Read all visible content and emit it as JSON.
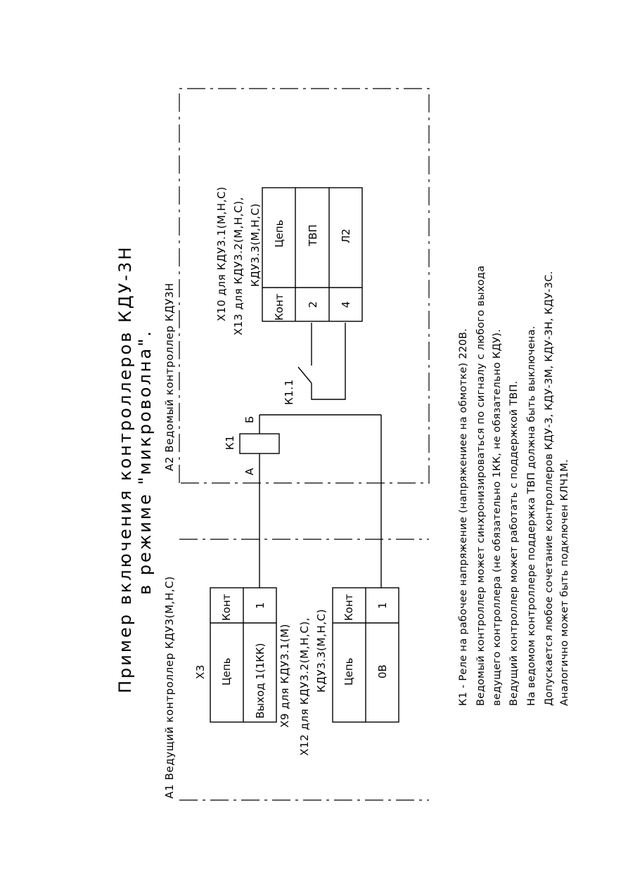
{
  "title": {
    "line1": "Пример включения контроллеров КДУ-3Н",
    "line2": "в режиме \"микроволна\"."
  },
  "master": {
    "label": "А1 Ведущий контроллер КДУ3(М,Н,С)",
    "connector": "X3",
    "table1": {
      "head_circuit": "Цепь",
      "head_contact": "Конт",
      "row_circuit": "Выход 1(1КК)",
      "row_contact": "1"
    },
    "x9_note": {
      "line1": "X9 для КДУ3.1(М)",
      "line2": "X12 для КДУ3.2(М,Н,С),",
      "line3": "КДУ3.3(М,Н,С)"
    },
    "table2": {
      "head_circuit": "Цепь",
      "head_contact": "Конт",
      "row_circuit": "0В",
      "row_contact": "1"
    }
  },
  "slave": {
    "label": "А2 Ведомый контроллер КДУ3Н",
    "relay": "К1",
    "relay_a": "А",
    "relay_b": "Б",
    "contact": "К1.1",
    "x10_note": {
      "line1": "X10 для КДУ3.1(М,Н,С)",
      "line2": "X13 для КДУ3.2(М,Н,С),",
      "line3": "КДУ3.3(М,Н,С)"
    },
    "table": {
      "head_contact": "Конт",
      "head_circuit": "Цепь",
      "rows": [
        {
          "contact": "2",
          "circuit": "ТВП"
        },
        {
          "contact": "4",
          "circuit": "Л2"
        }
      ]
    }
  },
  "notes": [
    "К1 - Реле на рабочее напряжение (напряжениее на обмотке) 220В.",
    "Ведомый контроллер может синхронизироваться по сигналу с любого выхода",
    "ведущего контроллера (не обязательно 1КК, не обязательно КДУ).",
    "Ведущий контроллер может работать с поддержкой ТВП.",
    "На ведомом контроллере поддержка ТВП должна быть выключена.",
    "Допускается любое сочетание контроллеров КДУ-3, КДУ-3М, КДУ-3Н, КДУ-3С.",
    "Аналогично может быть подключен КЛЧ1М."
  ]
}
